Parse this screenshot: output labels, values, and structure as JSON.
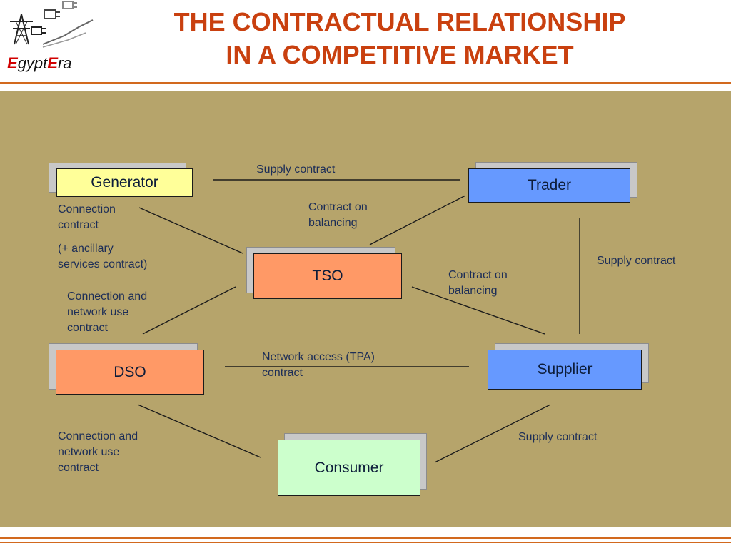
{
  "logo": {
    "part1": "E",
    "part2": "gypt",
    "part3": "E",
    "part4": "ra"
  },
  "title": {
    "line1": "THE CONTRACTUAL RELATIONSHIP",
    "line2": "IN A COMPETITIVE MARKET"
  },
  "nodes": {
    "generator": "Generator",
    "trader": "Trader",
    "tso": "TSO",
    "dso": "DSO",
    "supplier": "Supplier",
    "consumer": "Consumer"
  },
  "edges": {
    "generator_trader": "Supply contract",
    "trader_tso": "Contract on\nbalancing",
    "generator_tso_1": "Connection\ncontract",
    "generator_tso_2": "(+ ancillary\nservices contract)",
    "trader_supplier": "Supply contract",
    "tso_supplier": "Contract on\nbalancing",
    "tso_dso": "Connection and\nnetwork use\ncontract",
    "dso_supplier": "Network access (TPA)\ncontract",
    "dso_consumer": "Connection and\nnetwork use\ncontract",
    "supplier_consumer": "Supply contract"
  },
  "colors": {
    "title": "#c9400f",
    "panel": "#b6a46b",
    "generator": "#ffff99",
    "trader": "#6699ff",
    "tso": "#ff9966",
    "dso": "#ff9966",
    "supplier": "#6699ff",
    "consumer": "#ccffcc"
  }
}
